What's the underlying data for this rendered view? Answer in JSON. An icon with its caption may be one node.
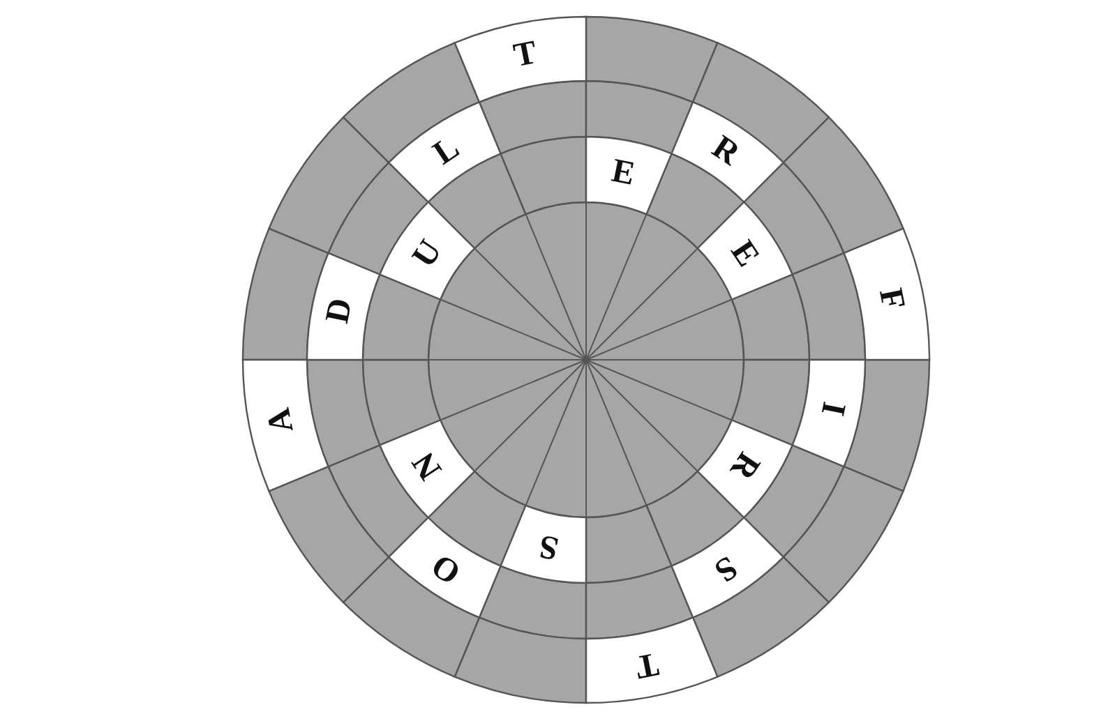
{
  "diagram": {
    "nodes": [
      {
        "text": [
          "T"
        ]
      },
      {
        "text": [
          "R"
        ]
      },
      {
        "text": [
          "E"
        ]
      },
      {
        "text": [
          "L"
        ]
      },
      {
        "text": [
          "U"
        ]
      },
      {
        "text": [
          "E"
        ]
      },
      {
        "text": [
          "F"
        ]
      },
      {
        "text": [
          "D"
        ]
      },
      {
        "text": [
          "I"
        ]
      },
      {
        "text": [
          "A"
        ]
      },
      {
        "text": [
          "N"
        ]
      },
      {
        "text": [
          "R"
        ]
      },
      {
        "text": [
          "S"
        ]
      },
      {
        "text": [
          "S"
        ]
      },
      {
        "text": [
          "O"
        ]
      },
      {
        "text": [
          "T"
        ]
      }
    ]
  }
}
